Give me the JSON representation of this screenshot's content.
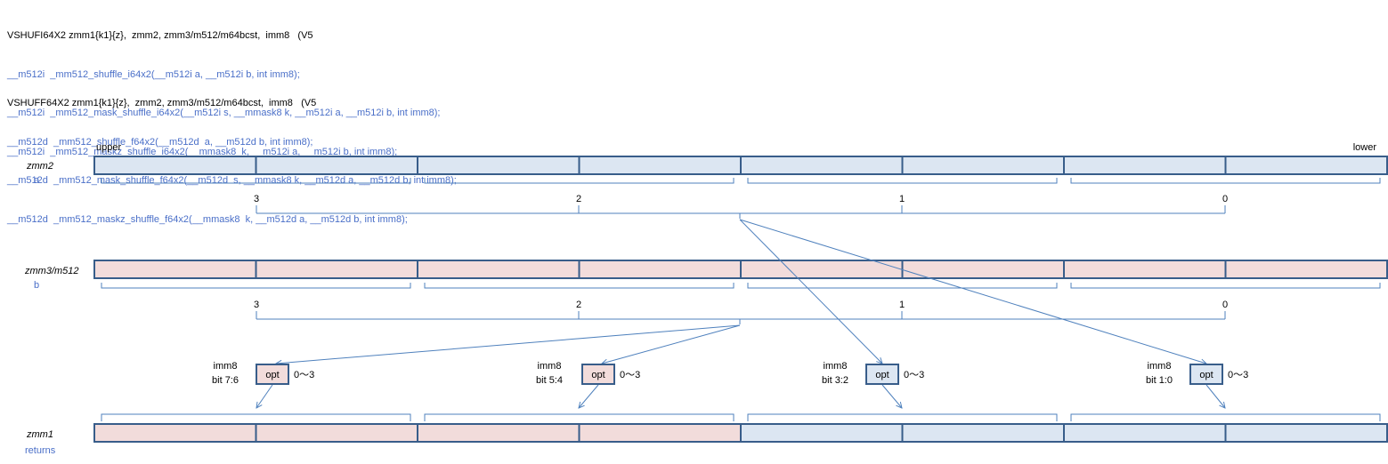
{
  "headers": {
    "int_instruction": "VSHUFI64X2 zmm1{k1}{z},  zmm2, zmm3/m512/m64bcst,  imm8   (V5",
    "int_protos": [
      "__m512i  _mm512_shuffle_i64x2(__m512i a, __m512i b, int imm8);",
      "__m512i  _mm512_mask_shuffle_i64x2(__m512i s, __mmask8 k, __m512i a, __m512i b, int imm8);",
      "__m512i  _mm512_maskz_shuffle_i64x2(__mmask8  k, __m512i a, __m512i b, int imm8);"
    ],
    "fp_instruction": "VSHUFF64X2 zmm1{k1}{z},  zmm2, zmm3/m512/m64bcst,  imm8   (V5",
    "fp_protos": [
      "__m512d  _mm512_shuffle_f64x2(__m512d  a, __m512d b, int imm8);",
      "__m512d  _mm512_mask_shuffle_f64x2(__m512d  s, __mmask8 k, __m512d a, __m512d b, int imm8);",
      "__m512d  _mm512_maskz_shuffle_f64x2(__mmask8  k, __m512d a, __m512d b, int imm8);"
    ]
  },
  "diagram": {
    "upper_label": "upper",
    "lower_label": "lower",
    "registers": {
      "a": {
        "name": "zmm2",
        "alias": "a"
      },
      "b": {
        "name": "zmm3/m512",
        "alias": "b"
      },
      "dst": {
        "name": "zmm1",
        "alias": "returns"
      }
    },
    "lane_indices": [
      "3",
      "2",
      "1",
      "0"
    ],
    "selectors": [
      {
        "line1": "imm8",
        "line2": "bit 7:6",
        "opt": "opt",
        "range": "0～3",
        "source": "b"
      },
      {
        "line1": "imm8",
        "line2": "bit 5:4",
        "opt": "opt",
        "range": "0～3",
        "source": "b"
      },
      {
        "line1": "imm8",
        "line2": "bit 3:2",
        "opt": "opt",
        "range": "0～3",
        "source": "a"
      },
      {
        "line1": "imm8",
        "line2": "bit 1:0",
        "opt": "opt",
        "range": "0～3",
        "source": "a"
      }
    ],
    "colors": {
      "a_fill": "#dce6f2",
      "b_fill": "#f2dcdb",
      "border": "#385d8a",
      "line": "#4f81bd",
      "text_blue": "#4a6fc8"
    }
  }
}
